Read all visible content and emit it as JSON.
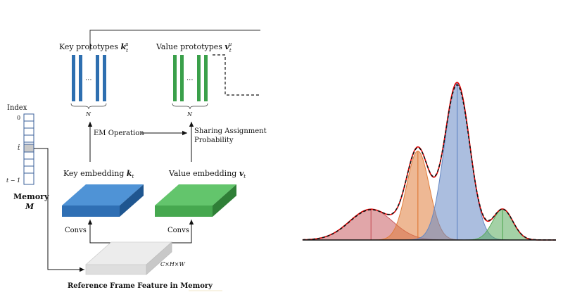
{
  "diagram": {
    "memory": {
      "index_header": "Index",
      "idx_zero": "0",
      "idx_t": "t̂",
      "idx_tm1": "t − 1",
      "title": "Memory",
      "symbol": "M"
    },
    "prototypes": {
      "key_label": "Key prototypes ",
      "key_symbol": "k",
      "key_sub": "t",
      "key_sup": "μ",
      "value_label": "Value prototypes ",
      "value_symbol": "v",
      "value_sub": "t",
      "value_sup": "μ",
      "ellipsis": "...",
      "count": "N"
    },
    "operations": {
      "em": "EM Operation",
      "sharing_line1": "Sharing Assignment",
      "sharing_line2": "Probability"
    },
    "embeddings": {
      "key_label": "Key embedding ",
      "key_symbol": "k",
      "key_sub": "t",
      "value_label": "Value embedding ",
      "value_symbol": "v",
      "value_sub": "t"
    },
    "convs": "Convs",
    "feature": {
      "dims": "C×H×W",
      "caption": "Reference Frame Feature in Memory"
    },
    "colors": {
      "key_blue": "#2e6fb0",
      "value_green": "#3aa04a",
      "box_blue": "#3b7fc4",
      "box_green": "#4fb85a",
      "feature_gray": "#e2e2e2"
    }
  },
  "chart_data": {
    "type": "area",
    "series": [
      {
        "color": "#c95c62",
        "peak": 0.18,
        "center_frac": 0.27
      },
      {
        "color": "#e07d3c",
        "peak": 0.52,
        "center_frac": 0.455
      },
      {
        "color": "#6688c4",
        "peak": 0.92,
        "center_frac": 0.61
      },
      {
        "color": "#5aab5c",
        "peak": 0.18,
        "center_frac": 0.79
      }
    ],
    "lines": [
      {
        "style": "solid",
        "color": "#e00000"
      },
      {
        "style": "dashed",
        "color": "#111111"
      }
    ],
    "ylim": [
      0,
      1
    ],
    "grid": false,
    "legend": "none"
  }
}
